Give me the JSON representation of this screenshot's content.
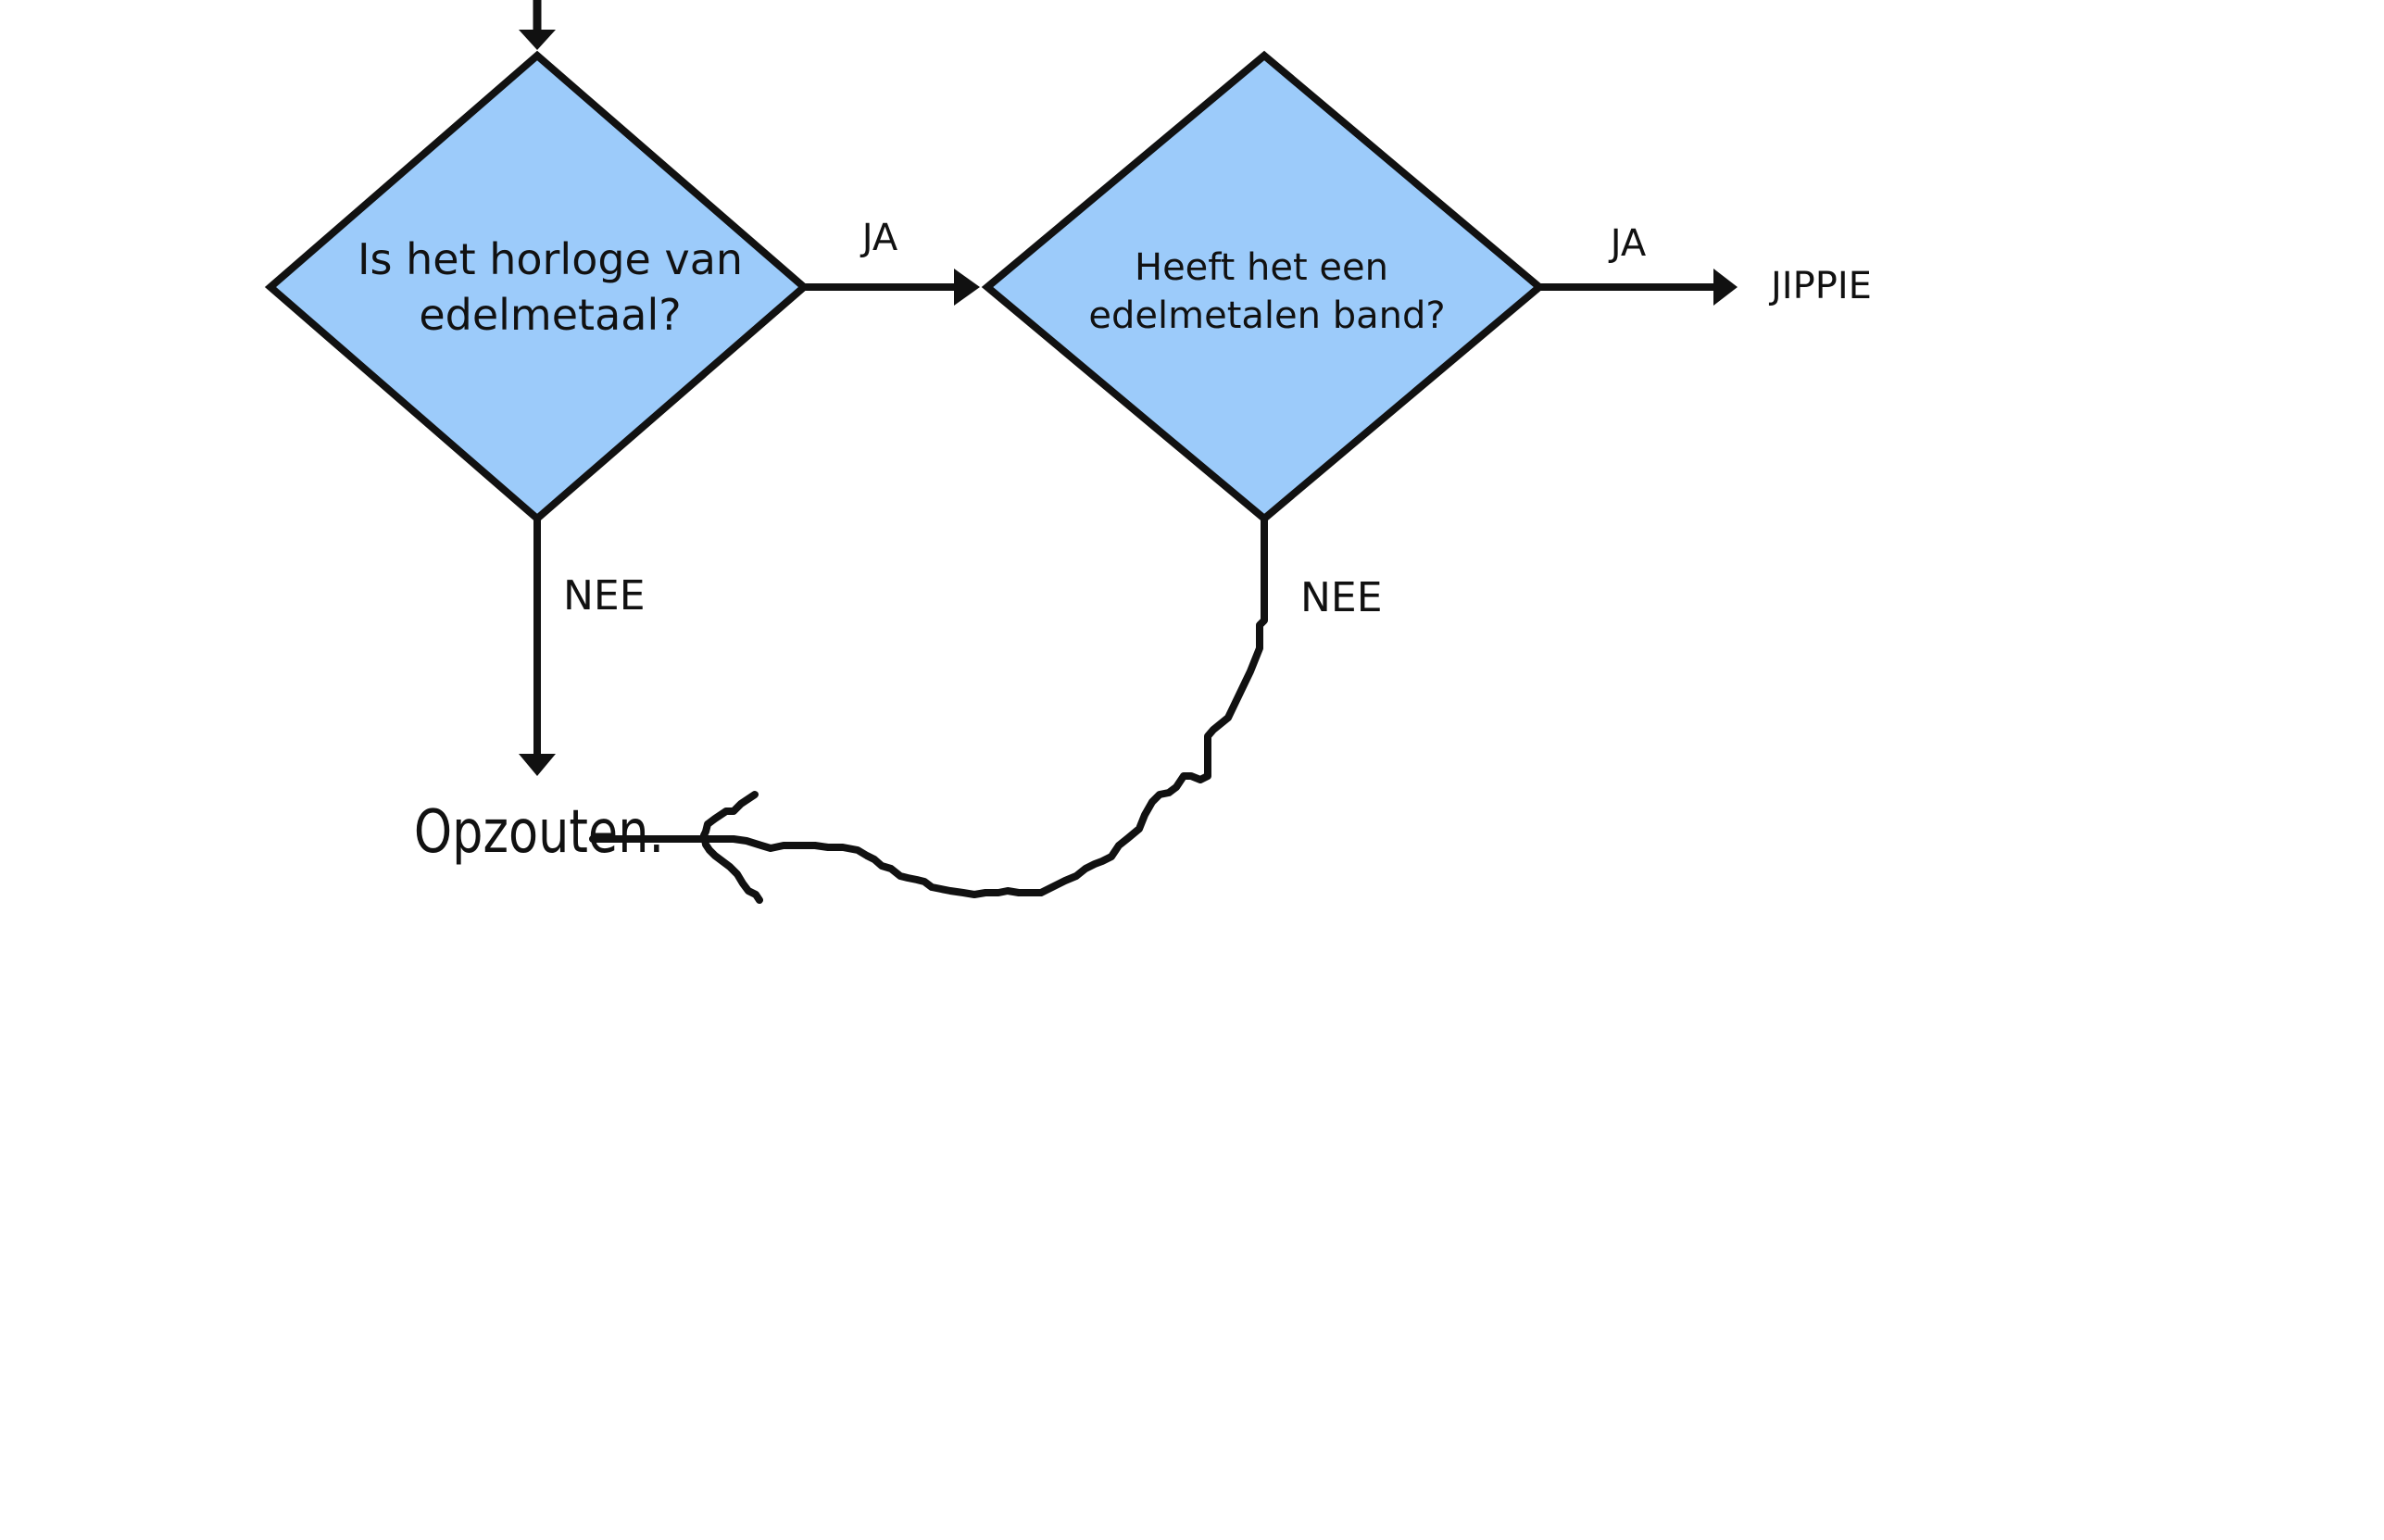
{
  "colors": {
    "decision_fill": "#9ccbfa",
    "stroke": "#111111",
    "background": "#ffffff"
  },
  "nodes": {
    "decision1": {
      "line1": "Is het horloge van",
      "line2": "edelmetaal?"
    },
    "decision2": {
      "line1": "Heeft het een",
      "line2": "edelmetalen band?"
    },
    "terminal_yes": {
      "label": "JIPPIE"
    },
    "terminal_no": {
      "label": "Opzouten."
    }
  },
  "edges": {
    "d1_yes": {
      "label": "JA"
    },
    "d1_no": {
      "label": "NEE"
    },
    "d2_yes": {
      "label": "JA"
    },
    "d2_no": {
      "label": "NEE"
    }
  }
}
